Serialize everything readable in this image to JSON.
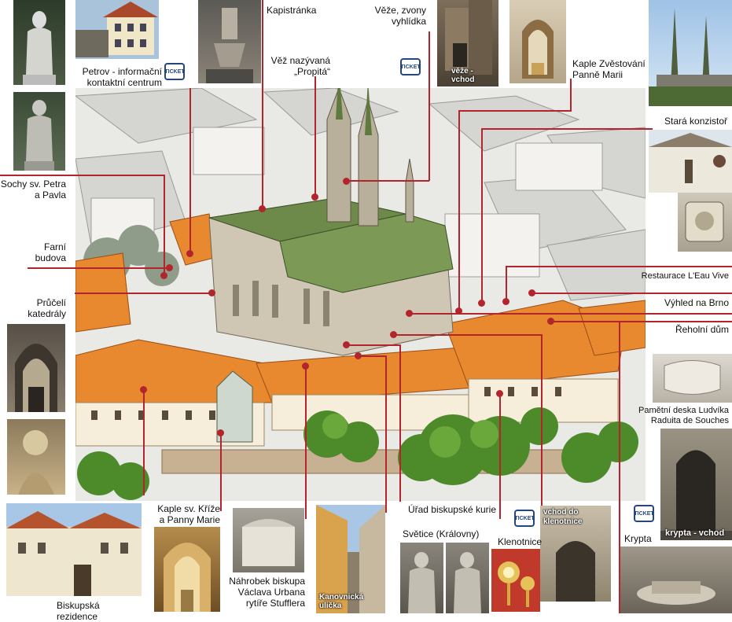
{
  "labels": {
    "petrov": "Petrov - informační kontaktní centrum",
    "kapistranka": "Kapistránka",
    "veze": "Věže, zvony vyhlídka",
    "vez_propita": "Věž nazývaná „Propitá“",
    "kaple_zvestovani": "Kaple Zvěstování Panně Marii",
    "stara_konzistor": "Stará konzistoř",
    "sochy": "Sochy sv. Petra a Pavla",
    "farni_budova": "Farní budova",
    "pruceli": "Průčelí katedrály",
    "restaurace": "Restaurace L'Eau Vive",
    "vyhled": "Výhled na Brno",
    "reholni_dum": "Řeholní dům",
    "pametni_deska": "Pamětní deska Ludvíka Raduita de Souches",
    "kaple_krize": "Kaple sv. Kříže a Panny Marie",
    "nahrobek": "Náhrobek biskupa Václava Urbana rytíře Stufflera",
    "urad": "Úřad biskupské kurie",
    "svetice": "Světice (Královny)",
    "klenotnice": "Klenotnice",
    "krypta": "Krypta",
    "biskupska_rezidence": "Biskupská rezidence"
  },
  "ticket_text": "TICKET",
  "photo_captions": {
    "veze_vchod": "věže - vchod",
    "vchod_klenotnice": "vchod do klenotnice",
    "krypta_vchod": "krypta - vchod",
    "kanovnicka": "Kanovnická ulička"
  },
  "colors": {
    "leader_line": "#b3252c",
    "ticket_border": "#24477e",
    "roof_orange": "#e8892f",
    "cathedral_roof": "#6e8a4a"
  }
}
